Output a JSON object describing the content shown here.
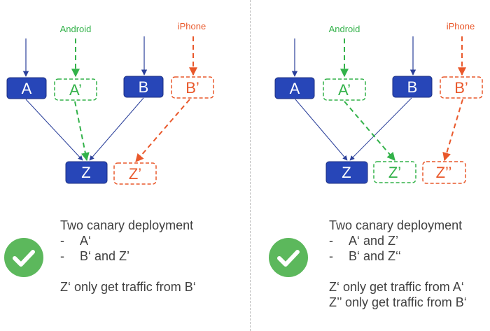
{
  "colors": {
    "solid_node": "#2746b8",
    "android": "#33b24a",
    "iphone": "#e9582b",
    "edge": "#2a3f9a",
    "check_bg": "#5cb85c",
    "text": "#404040"
  },
  "icons": {
    "check": "check-circle-icon"
  },
  "left": {
    "nodes": {
      "a": "A",
      "a_canary": "A’",
      "b": "B",
      "b_canary": "B’",
      "z": "Z",
      "z_canary": "Z’"
    },
    "sources": {
      "android": "Android",
      "iphone": "iPhone"
    },
    "description": {
      "heading": "Two canary deployment",
      "items": [
        "A‘",
        "B‘ and  Z’"
      ],
      "notes": [
        "Z‘ only get traffic from B‘"
      ]
    }
  },
  "right": {
    "nodes": {
      "a": "A",
      "a_canary": "A’",
      "b": "B",
      "b_canary": "B’",
      "z": "Z",
      "z_canary": "Z’",
      "z_canary2": "Z’’"
    },
    "sources": {
      "android": "Android",
      "iphone": "iPhone"
    },
    "description": {
      "heading": "Two canary deployment",
      "items": [
        "A‘ and Z’",
        "B‘ and  Z‘‘"
      ],
      "notes": [
        "Z‘ only get traffic from A‘",
        "Z’’ only get traffic from B‘"
      ]
    }
  }
}
